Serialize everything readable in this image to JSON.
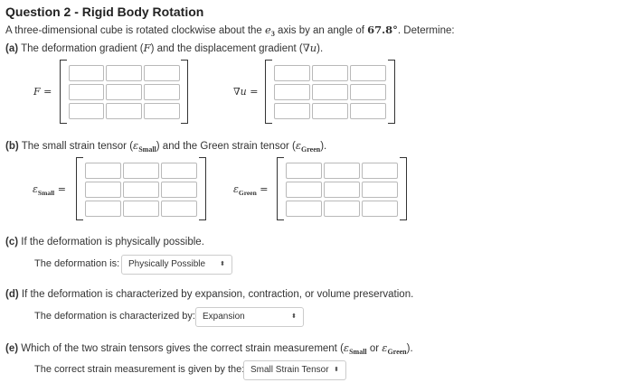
{
  "question": {
    "title": "Question 2 - Rigid Body Rotation",
    "intro_pre": "A three-dimensional cube is rotated clockwise about the",
    "axis_symbol": "e",
    "axis_sub": "3",
    "intro_mid": "axis by an angle of",
    "angle": "67.8°",
    "intro_post": ". Determine:"
  },
  "part_a": {
    "tag": "(a)",
    "text_pre": "The deformation gradient (",
    "sym_F": "F",
    "text_mid": ") and the displacement gradient (",
    "sym_grad": "∇u",
    "text_post": ").",
    "label_F": "F =",
    "label_grad": "∇u ="
  },
  "part_b": {
    "tag": "(b)",
    "text_pre": "The small strain tensor (",
    "eps": "ε",
    "small_sub": "Small",
    "text_mid": ") and the Green strain tensor (",
    "green_sub": "Green",
    "text_post": ").",
    "eq": "="
  },
  "part_c": {
    "tag": "(c)",
    "text": "If the deformation is physically possible.",
    "answer_label": "The deformation is:",
    "selected": "Physically Possible"
  },
  "part_d": {
    "tag": "(d)",
    "text": "If the deformation is characterized by expansion, contraction, or volume preservation.",
    "answer_label": "The deformation is characterized by:",
    "selected": "Expansion"
  },
  "part_e": {
    "tag": "(e)",
    "text_pre": "Which of the two strain tensors gives the correct strain measurement (",
    "eps": "ε",
    "small_sub": "Small",
    "or": "or",
    "green_sub": "Green",
    "text_post": ").",
    "answer_label": "The correct strain measurement is given by the:",
    "selected": "Small Strain Tensor"
  },
  "icons": {
    "select_arrow": "⬍"
  },
  "colors": {
    "input_border": "#b9b9b9",
    "bracket": "#333333",
    "text": "#333333"
  }
}
